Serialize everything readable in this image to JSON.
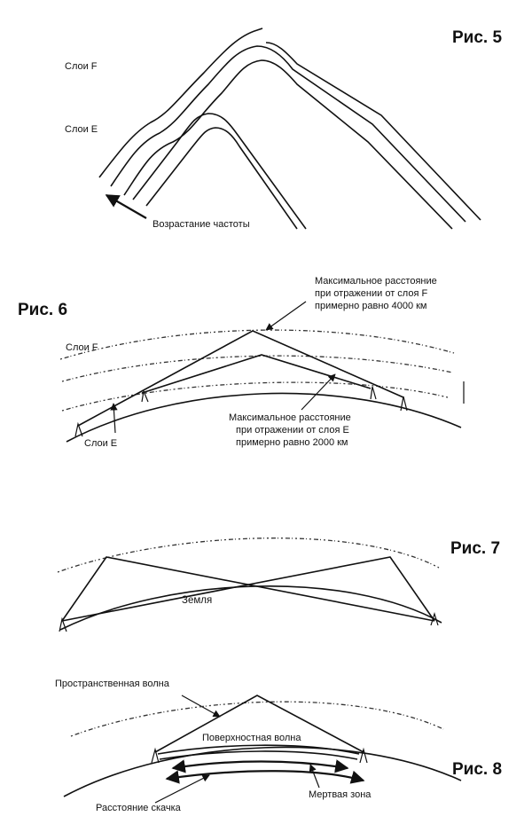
{
  "fig5": {
    "title": "Рис. 5",
    "layer_f": "Слои F",
    "layer_e": "Слои E",
    "freq_increase": "Возрастание частоты"
  },
  "fig6": {
    "title": "Рис. 6",
    "layer_f": "Слои F",
    "layer_e": "Слои E",
    "max_f_line1": "Максимальное расстояние",
    "max_f_line2": "при отражении от слоя F",
    "max_f_line3": "примерно равно 4000 км",
    "max_e_line1": "Максимальное расстояние",
    "max_e_line2": "при отражении от слоя E",
    "max_e_line3": "примерно равно 2000 км"
  },
  "fig7": {
    "title": "Рис. 7",
    "earth": "Земля"
  },
  "fig8": {
    "title": "Рис. 8",
    "sky_wave": "Пространственная волна",
    "surface_wave": "Поверхностная волна",
    "skip_distance": "Расстояние скачка",
    "dead_zone": "Мертвая зона"
  }
}
